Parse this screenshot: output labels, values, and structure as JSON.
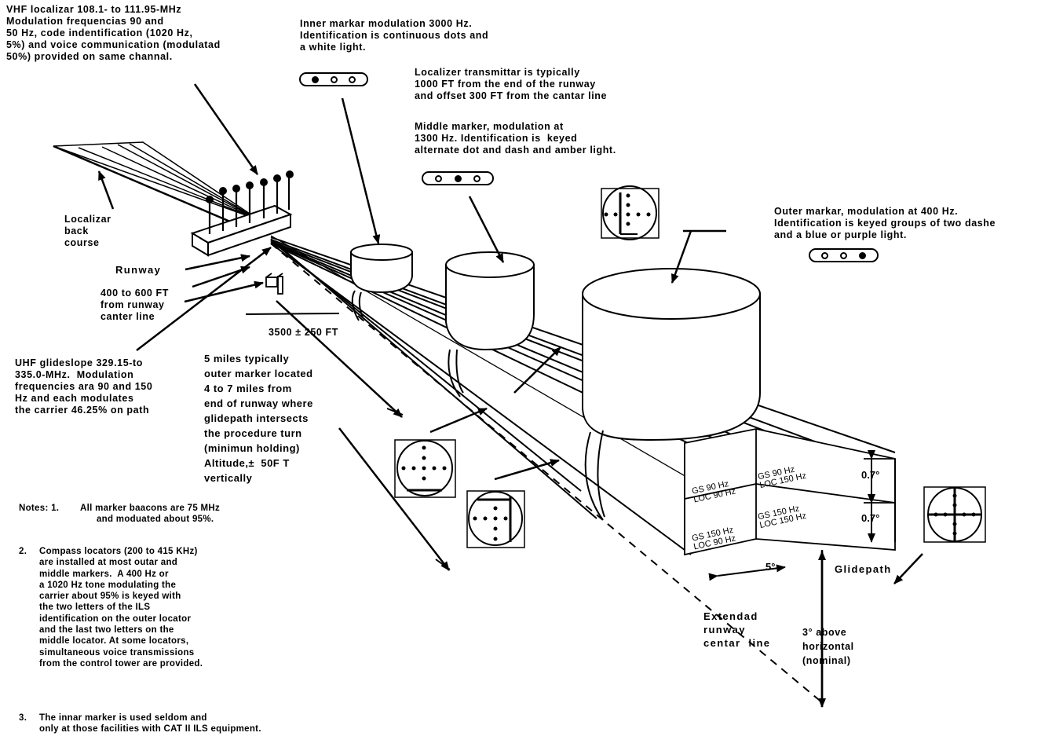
{
  "labels": {
    "vhf_localizer": "VHF localizar 108.1- to 111.95-MHz\nModulation frequencias 90 and\n50 Hz, code indentification (1020 Hz,\n5%) and voice communication (modulatad\n50%) provided on same channal.",
    "inner_marker": "Inner markar modulation 3000 Hz.\nIdentification is continuous dots and\na white light.",
    "localizer_transmitter": "Localizer transmittar is typically\n1000 FT from the end of the runway\nand offset 300 FT from the cantar line",
    "middle_marker": "Middle marker, modulation at\n1300 Hz. Identification is  keyed\nalternate dot and dash and amber light.",
    "outer_marker": "Outer markar, modulation at 400 Hz.\nIdentification is keyed groups of two dashe\nand a blue or purple light.",
    "localizer_back_course": "Localizar\nback\ncourse",
    "runway": "Runway",
    "offset_range": "400 to 600 FT\nfrom runway\ncanter line",
    "distance_3500": "3500 ± 250 FT",
    "uhf_glideslope": "UHF glideslope 329.15-to\n335.0-MHz.  Modulation\nfrequencies ara 90 and 150\nHz and each modulates\nthe carrier 46.25% on path",
    "outer_marker_location": "5 miles typically\nouter marker located\n4 to 7 miles from\nend of runway where\nglidepath intersects\nthe procedure turn\n(minimun holding)\nAltitude,±  50F T\nvertically",
    "extended_centerline": "Extendad\nrunway\ncentar  line",
    "glidepath": "Glidepath",
    "three_degree": "3° above\nhorizontal\n(nominal)",
    "angle_07_upper": "0.7°",
    "angle_07_lower": "0.7°",
    "angle_5": "5°"
  },
  "signal_cells": {
    "top_left": "GS 90 Hz\nLOC 90 Hz",
    "top_right": "GS 90 Hz\nLOC 150 Hz",
    "bottom_left": "GS 150 Hz\nLOC 90 Hz",
    "bottom_right": "GS 150 Hz\nLOC 150 Hz"
  },
  "notes": [
    {
      "number": "Notes: 1.",
      "text": "All marker baacons are 75 MHz\n      and moduated about 95%."
    },
    {
      "number": "2.",
      "text": "Compass locators (200 to 415 KHz)\nare installed at most outar and\nmiddle markers.  A 400 Hz or\na 1020 Hz tone modulating the\ncarrier about 95% is keyed with\nthe two letters of the ILS\nidentification on the outer locator\nand the last two letters on the\nmiddle locator. At some locators,\nsimultaneous voice transmissions\nfrom the control tower are provided."
    },
    {
      "number": "3.",
      "text": "The innar marker is used seldom and\nonly at those facilities with CAT II ILS equipment."
    }
  ],
  "marker_indicators": {
    "inner": [
      "filled",
      "open",
      "open"
    ],
    "middle": [
      "open",
      "filled",
      "open"
    ],
    "outer": [
      "open",
      "open",
      "filled"
    ]
  },
  "icons": [
    "localizer-antenna-array-icon",
    "glideslope-transmitter-icon",
    "cdi-instrument-icon"
  ]
}
